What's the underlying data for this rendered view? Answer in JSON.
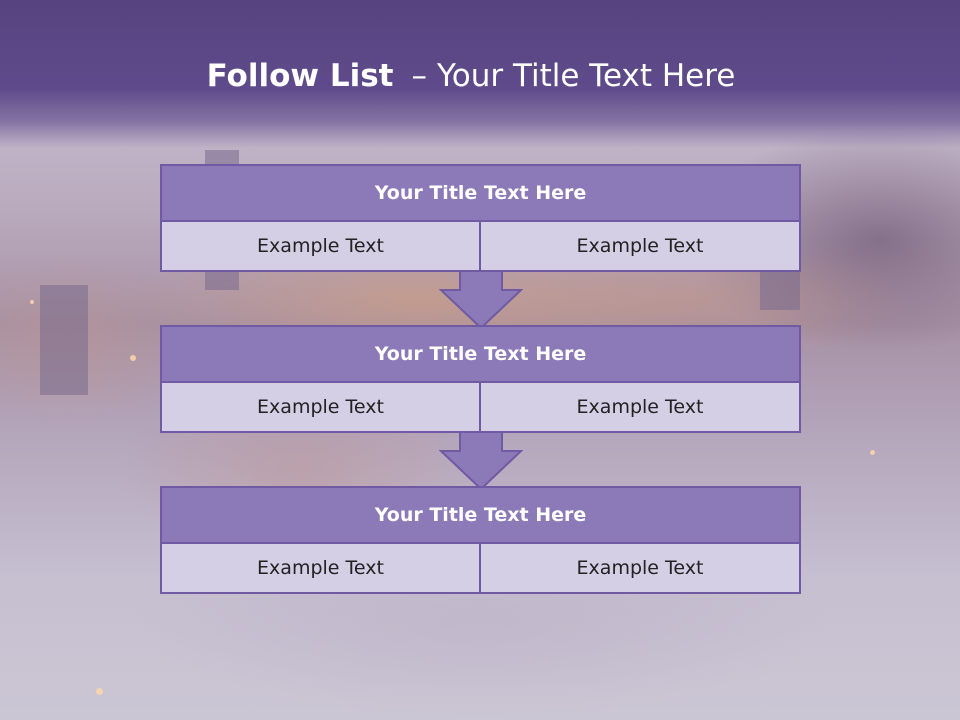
{
  "slide": {
    "title_bold": "Follow List",
    "title_dash": "–",
    "title_rest": "Your Title Text Here"
  },
  "blocks": [
    {
      "title": "Your Title Text Here",
      "left_text": "Example Text",
      "right_text": "Example Text"
    },
    {
      "title": "Your Title Text Here",
      "left_text": "Example Text",
      "right_text": "Example Text"
    },
    {
      "title": "Your Title Text Here",
      "left_text": "Example Text",
      "right_text": "Example Text"
    }
  ],
  "colors": {
    "header": "#5f4b8b",
    "block_title_fill": "#8b79b8",
    "block_cell_fill": "#d4cfe5",
    "border": "#6f5aa3",
    "arrow_fill": "#8b79b8"
  }
}
